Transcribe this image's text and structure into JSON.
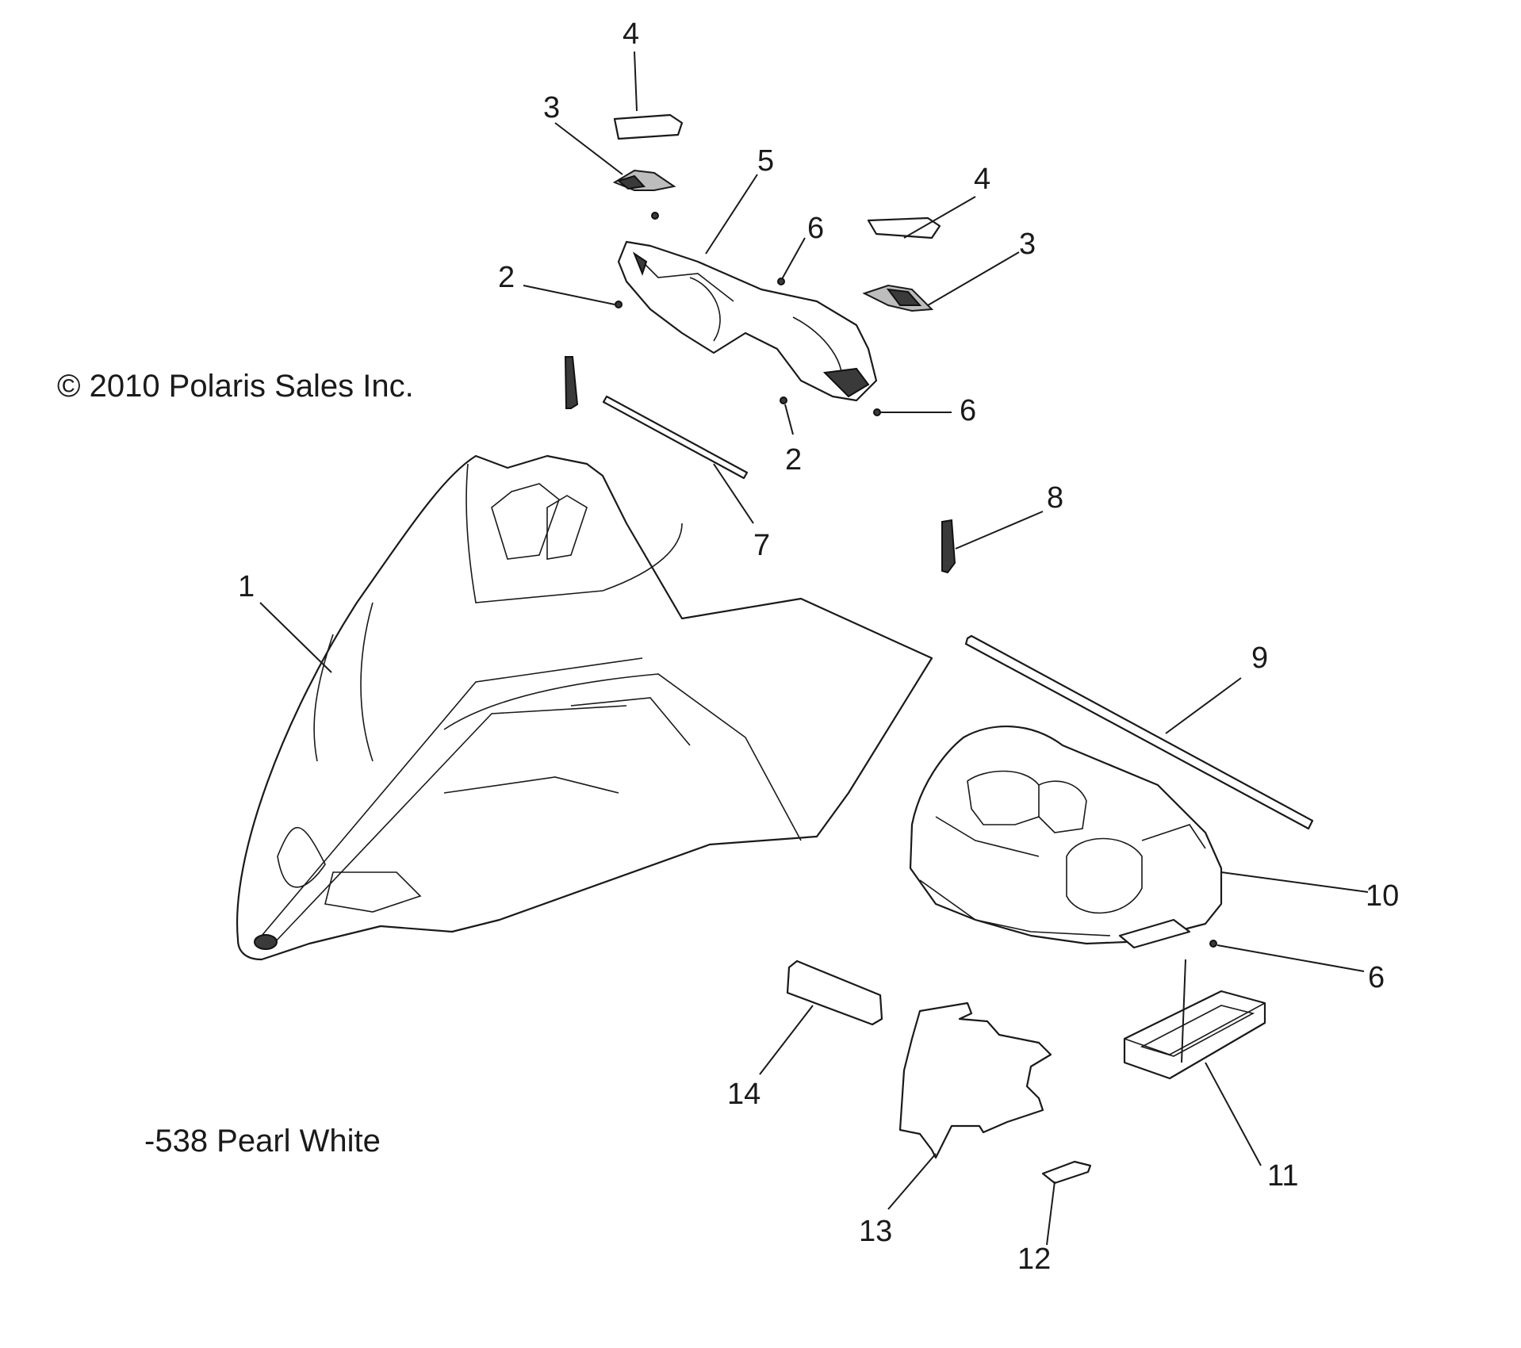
{
  "copyright": "© 2010 Polaris Sales Inc.",
  "color_note": "-538 Pearl White",
  "callouts": {
    "c1": "1",
    "c2a": "2",
    "c2b": "2",
    "c3a": "3",
    "c3b": "3",
    "c4a": "4",
    "c4b": "4",
    "c5": "5",
    "c6a": "6",
    "c6b": "6",
    "c6c": "6",
    "c7": "7",
    "c8": "8",
    "c9": "9",
    "c10": "10",
    "c11": "11",
    "c12": "12",
    "c13": "13",
    "c14": "14"
  }
}
